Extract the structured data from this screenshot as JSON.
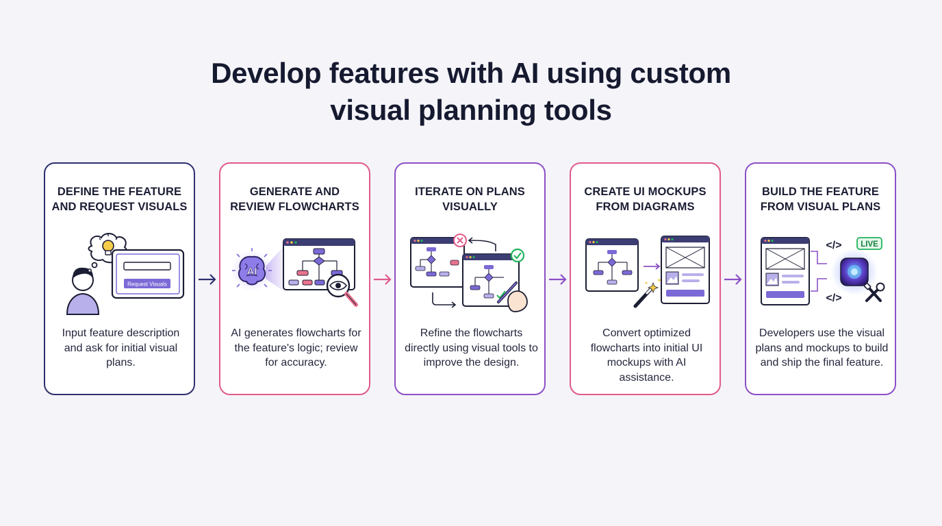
{
  "title": {
    "line1": "Develop features with AI using custom",
    "line2": "visual planning tools"
  },
  "colors": {
    "navy": "#2d2f6e",
    "pink": "#e05a8a",
    "purple": "#8b4fc6",
    "accent_purple": "#7b6ad6",
    "pink_fill": "#e8738e",
    "green": "#22b35c"
  },
  "steps": [
    {
      "title_line1": "DEFINE THE FEATURE",
      "title_line2": "AND REQUEST VISUALS",
      "description": "Input feature description and ask for initial visual plans.",
      "button_label": "Request Visuals",
      "border_color": "#2d2f6e",
      "icons": [
        "user-icon",
        "thought-bubble-icon",
        "lightbulb-icon",
        "tablet-icon"
      ]
    },
    {
      "title_line1": "GENERATE AND",
      "title_line2": "REVIEW FLOWCHARTS",
      "description": "AI generates flowcharts for the feature's logic; review for accuracy.",
      "ai_label": "AI",
      "border_color": "#e05a8a",
      "icons": [
        "ai-brain-icon",
        "flowchart-window-icon",
        "magnifier-eye-icon"
      ]
    },
    {
      "title_line1": "ITERATE ON PLANS",
      "title_line2": "VISUALLY",
      "description": "Refine the flowcharts directly using visual tools to improve the design.",
      "border_color": "#8b4fc6",
      "icons": [
        "flowchart-window-icon",
        "reject-icon",
        "approve-icon",
        "pen-hand-icon"
      ]
    },
    {
      "title_line1": "CREATE UI MOCKUPS",
      "title_line2": "FROM DIAGRAMS",
      "description": "Convert optimized flowcharts into initial UI mockups with AI assistance.",
      "border_color": "#e05a8a",
      "icons": [
        "flowchart-window-icon",
        "mockup-window-icon",
        "magic-wand-icon"
      ]
    },
    {
      "title_line1": "BUILD THE FEATURE",
      "title_line2": "FROM VISUAL PLANS",
      "description": "Developers use the visual plans and mockups to build and ship the final feature.",
      "live_label": "LIVE",
      "code_label": "</>",
      "border_color": "#8b4fc6",
      "icons": [
        "mockup-window-icon",
        "code-icon",
        "ai-chip-icon",
        "tools-icon"
      ]
    }
  ],
  "connectors": [
    {
      "color": "#2d2f6e"
    },
    {
      "color": "#e05a8a"
    },
    {
      "color": "#8b4fc6"
    },
    {
      "color": "#8b4fc6"
    }
  ]
}
